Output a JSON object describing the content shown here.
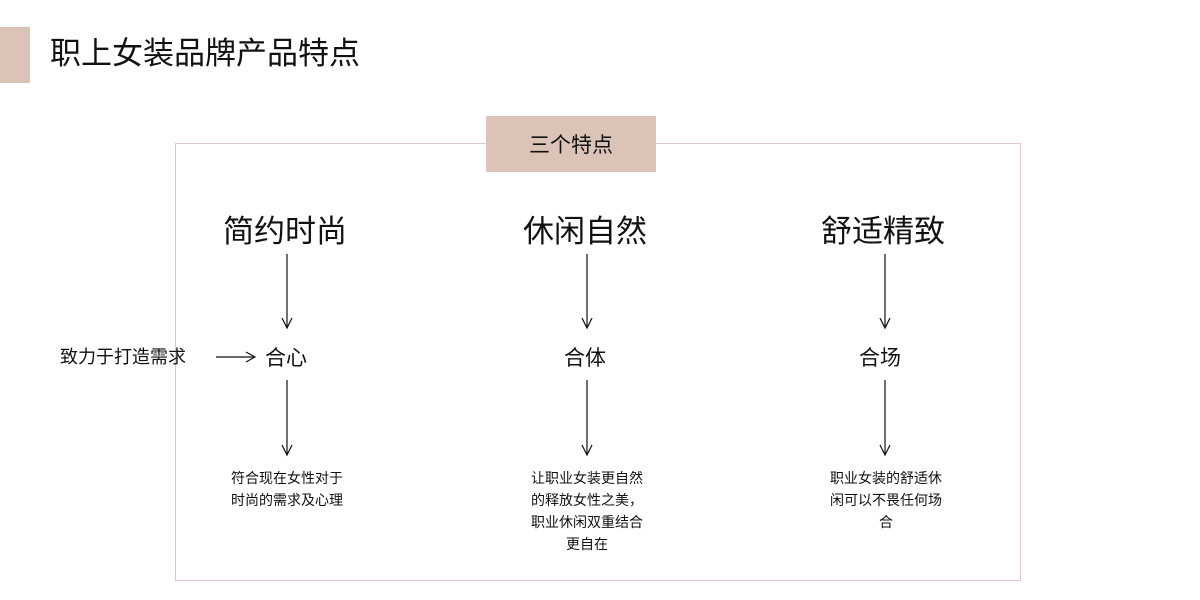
{
  "page": {
    "title": "职上女装品牌产品特点"
  },
  "diagram": {
    "header": "三个特点",
    "side_note": "致力于打造需求",
    "columns": [
      {
        "feature": "简约时尚",
        "sub": "合心",
        "description": "符合现在女性对于时尚的需求及心理"
      },
      {
        "feature": "休闲自然",
        "sub": "合体",
        "description": "让职业女装更自然的释放女性之美，职业休闲双重结合更自在"
      },
      {
        "feature": "舒适精致",
        "sub": "合场",
        "description": "职业女装的舒适休闲可以不畏任何场合"
      }
    ]
  },
  "colors": {
    "accent": "#dcc3b8",
    "frame_border": "#e6c7c7",
    "text": "#111111"
  }
}
